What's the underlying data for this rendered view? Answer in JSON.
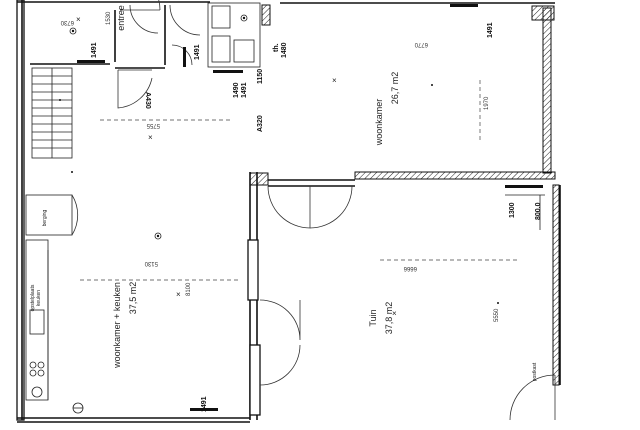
{
  "rooms": {
    "woonkamer_name": "woonkamer",
    "woonkamer_area": "26,7 m2",
    "keuken_name": "woonkamer + keuken",
    "keuken_area": "37,5 m2",
    "tuin_name": "Tuin",
    "tuin_area": "37,8 m2",
    "entree_name": "entree",
    "opstel_line1": "opstelplaats",
    "opstel_line2": "keuken",
    "berging": "berging",
    "postkast": "postkast"
  },
  "dimensions": {
    "d6730": "6730",
    "d5755": "5755",
    "d5130": "5130",
    "d8100": "8100",
    "d6666": "6666",
    "d5550": "5550",
    "d1970": "1970",
    "d1530": "1530",
    "d6770": "6770"
  },
  "codes": {
    "c1491_a": "1491",
    "c1491_b": "1491",
    "c1491_c": "1491",
    "c1491_d": "1491",
    "c1491_e": "1491",
    "c1491_f": "1491",
    "c1490": "1490",
    "c1480": "1480",
    "c1150": "1150",
    "th": "th.",
    "a430": "A430",
    "a320": "A320",
    "c1300": "1300",
    "c800": "800.0"
  }
}
